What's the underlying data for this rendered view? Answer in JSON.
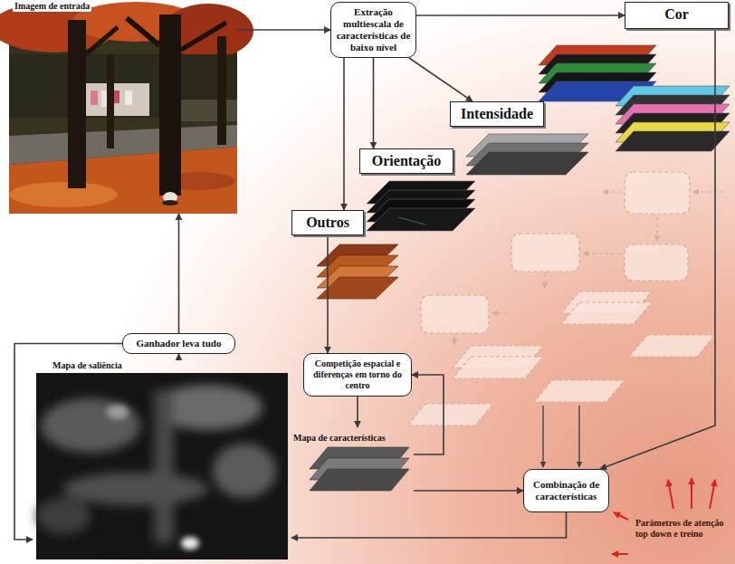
{
  "diagram": {
    "nodes": [
      {
        "text": [
          "Imagem de entrada"
        ]
      },
      {
        "text": [
          "Extração multiescala de características de baixo nível"
        ]
      },
      {
        "text": [
          "Cor"
        ]
      },
      {
        "text": [
          "Intensidade"
        ]
      },
      {
        "text": [
          "Orientação"
        ]
      },
      {
        "text": [
          "Outros"
        ]
      },
      {
        "text": [
          "Ganhador leva tudo"
        ]
      },
      {
        "text": [
          "Competição espacial e diferenças em torno do centro"
        ]
      },
      {
        "text": [
          "Mapa de características"
        ]
      },
      {
        "text": [
          "Combinação de características"
        ]
      },
      {
        "text": [
          "Mapa de saliência"
        ]
      }
    ],
    "edges": [
      {
        "from": 0,
        "to": 1,
        "arrow": "to"
      },
      {
        "from": 1,
        "to": 2,
        "arrow": "to"
      },
      {
        "from": 1,
        "to": 3,
        "arrow": "to"
      },
      {
        "from": 1,
        "to": 4,
        "arrow": "to"
      },
      {
        "from": 1,
        "to": 5,
        "arrow": "to"
      },
      {
        "from": 5,
        "to": 7,
        "arrow": "to"
      },
      {
        "from": 7,
        "to": 8,
        "arrow": "to"
      },
      {
        "from": 8,
        "to": 7,
        "arrow": "to"
      },
      {
        "from": 8,
        "to": 9,
        "arrow": "to"
      },
      {
        "from": 2,
        "to": 9,
        "arrow": "to"
      },
      {
        "from": 9,
        "to": 10,
        "arrow": "to"
      },
      {
        "from": 10,
        "to": 6,
        "arrow": "to"
      },
      {
        "from": 6,
        "to": 0,
        "arrow": "to"
      },
      {
        "from": 6,
        "to": 10,
        "arrow": "to"
      }
    ],
    "labels": [
      "Parâmetros de atenção top down e treino"
    ]
  }
}
